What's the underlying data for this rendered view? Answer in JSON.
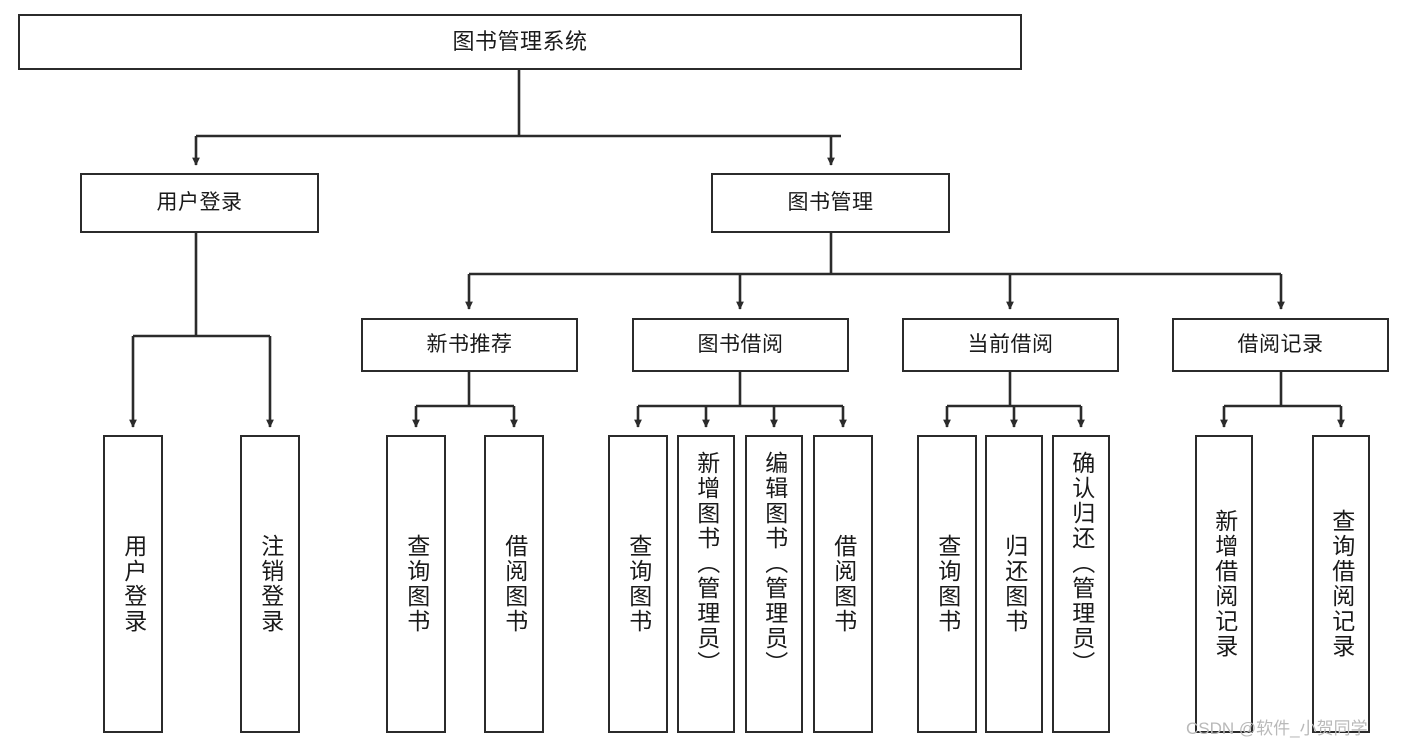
{
  "diagram": {
    "title": "图书管理系统",
    "type": "tree-hierarchy",
    "watermark": "CSDN @软件_小贺同学",
    "colors": {
      "stroke": "#2b2b2b",
      "fill": "#ffffff",
      "text": "#1a1a1a",
      "watermark": "#b9b9b9"
    },
    "levels": {
      "root": {
        "label": "图书管理系统"
      },
      "level1": [
        {
          "id": "user-login",
          "label": "用户登录"
        },
        {
          "id": "book-management",
          "label": "图书管理"
        }
      ],
      "level2": [
        {
          "id": "new-book-recommend",
          "label": "新书推荐",
          "parent": "book-management"
        },
        {
          "id": "book-borrow",
          "label": "图书借阅",
          "parent": "book-management"
        },
        {
          "id": "current-borrow",
          "label": "当前借阅",
          "parent": "book-management"
        },
        {
          "id": "borrow-record",
          "label": "借阅记录",
          "parent": "book-management"
        }
      ],
      "leaves": [
        {
          "id": "leaf-user-login",
          "label": "用户登录",
          "parent": "user-login"
        },
        {
          "id": "leaf-logout-login",
          "label": "注销登录",
          "parent": "user-login"
        },
        {
          "id": "leaf-query-book-1",
          "label": "查询图书",
          "parent": "new-book-recommend"
        },
        {
          "id": "leaf-borrow-book-1",
          "label": "借阅图书",
          "parent": "new-book-recommend"
        },
        {
          "id": "leaf-query-book-2",
          "label": "查询图书",
          "parent": "book-borrow"
        },
        {
          "id": "leaf-add-book",
          "label": "新增图书（管理员）",
          "parent": "book-borrow"
        },
        {
          "id": "leaf-edit-book",
          "label": "编辑图书（管理员）",
          "parent": "book-borrow"
        },
        {
          "id": "leaf-borrow-book-2",
          "label": "借阅图书",
          "parent": "book-borrow"
        },
        {
          "id": "leaf-query-book-3",
          "label": "查询图书",
          "parent": "current-borrow"
        },
        {
          "id": "leaf-return-book",
          "label": "归还图书",
          "parent": "current-borrow"
        },
        {
          "id": "leaf-confirm-return",
          "label": "确认归还（管理员）",
          "parent": "current-borrow"
        },
        {
          "id": "leaf-add-record",
          "label": "新增借阅记录",
          "parent": "borrow-record"
        },
        {
          "id": "leaf-query-record",
          "label": "查询借阅记录",
          "parent": "borrow-record"
        }
      ]
    }
  }
}
